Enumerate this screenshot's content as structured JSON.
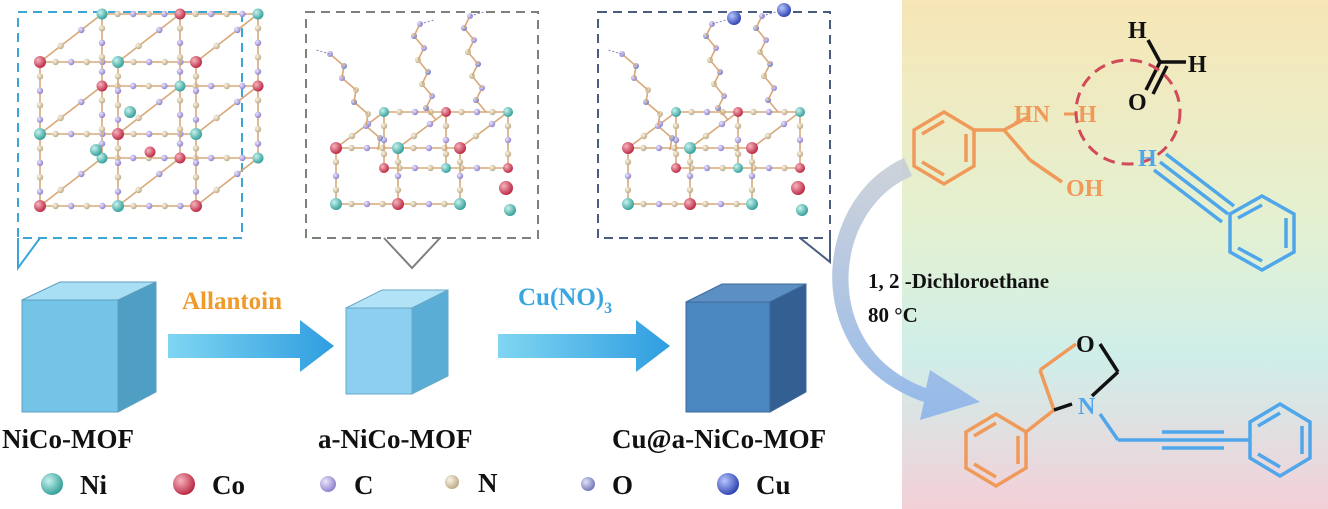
{
  "steps": {
    "reagent1": "Allantoin",
    "reagent2_main": "Cu(NO)",
    "reagent2_sub": "3",
    "condition_solvent": "1, 2 -Dichloroethane",
    "condition_temp": "80 °C"
  },
  "materials": [
    {
      "label": "NiCo-MOF"
    },
    {
      "label": "a-NiCo-MOF"
    },
    {
      "label": "Cu@a-NiCo-MOF"
    }
  ],
  "legend": [
    {
      "label": "Ni",
      "color": "#3fb6b0"
    },
    {
      "label": "Co",
      "color": "#d63a55"
    },
    {
      "label": "C",
      "color": "#a89be0"
    },
    {
      "label": "N",
      "color": "#d8c8a8"
    },
    {
      "label": "O",
      "color": "#8f95c9"
    },
    {
      "label": "Cu",
      "color": "#3a55c8"
    }
  ],
  "reactants": {
    "amine_nh": "HN",
    "amine_h": "H",
    "alcohol": "OH",
    "formaldehyde_h1": "H",
    "formaldehyde_h2": "H",
    "formaldehyde_o": "O",
    "alkyne_h": "H"
  },
  "product": {
    "ring_o": "O",
    "ring_n": "N"
  },
  "colors": {
    "orange": "#f09a5a",
    "blue": "#4fa6ea",
    "dash_blue": "#3aa6d8",
    "dash_gray": "#7a827a",
    "dash_navy": "#4a5c80",
    "highlight": "#d04a5a"
  }
}
